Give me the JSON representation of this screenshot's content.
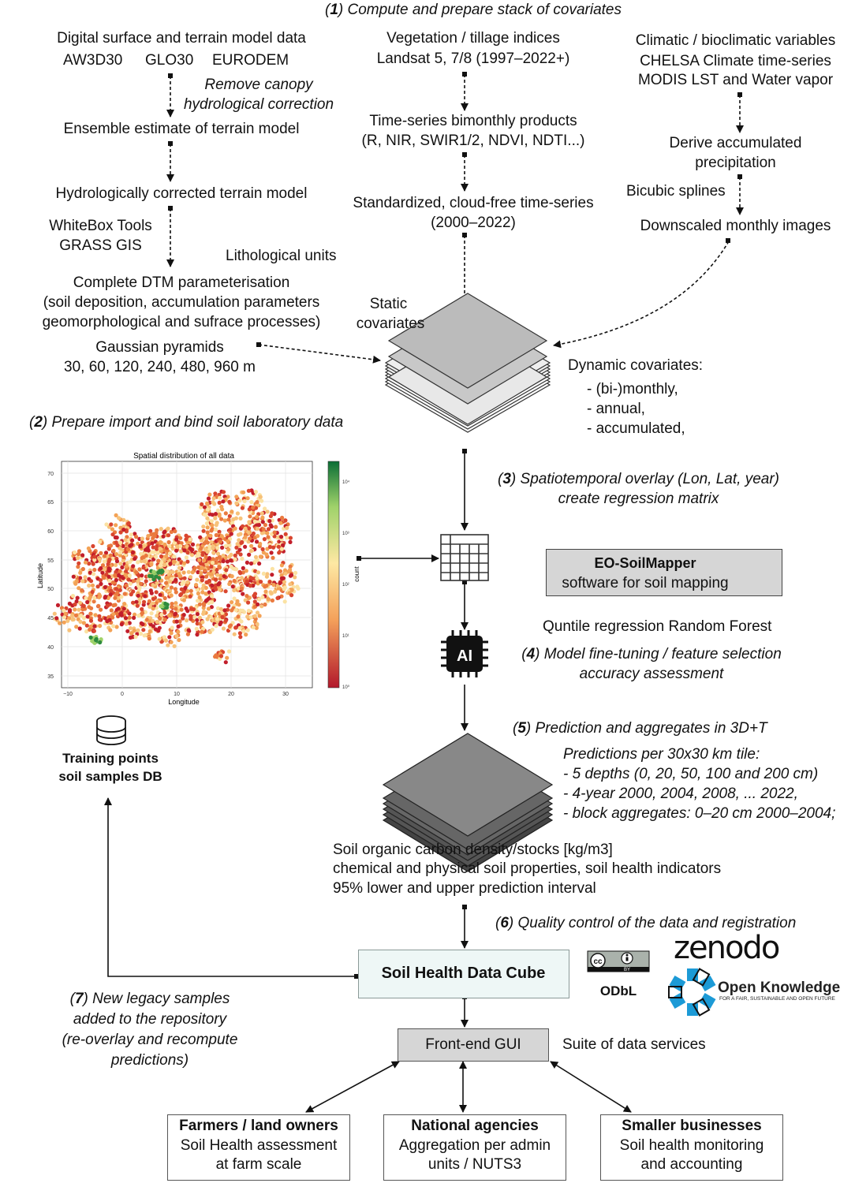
{
  "step1": {
    "num": "1",
    "title": "Compute and prepare stack of covariates"
  },
  "dem": {
    "title": "Digital surface and terrain model data",
    "sources": [
      "AW3D30",
      "GLO30",
      "EURODEM"
    ],
    "note1": "Remove canopy",
    "note2": "hydrological correction",
    "ensemble": "Ensemble estimate of terrain model",
    "hydro": "Hydrologically corrected terrain model",
    "tools1": "WhiteBox Tools",
    "tools2": "GRASS GIS",
    "litho": "Lithological units",
    "param1": "Complete DTM parameterisation",
    "param2": "(soil deposition, accumulation parameters",
    "param3": "geomorphological and sufrace processes)",
    "gauss1": "Gaussian pyramids",
    "gauss2": "30, 60, 120, 240, 480, 960 m"
  },
  "veg": {
    "title": "Vegetation / tillage indices",
    "landsat": "Landsat 5, 7/8 (1997–2022+)",
    "bimonth1": "Time-series bimonthly products",
    "bimonth2": "(R, NIR, SWIR1/2, NDVI, NDTI...)",
    "std1": "Standardized, cloud-free time-series",
    "std2": "(2000–2022)"
  },
  "clim": {
    "title": "Climatic / bioclimatic variables",
    "chelsa": "CHELSA Climate time-series",
    "modis": "MODIS LST and Water vapor",
    "derive1": "Derive accumulated",
    "derive2": "precipitation",
    "bicubic": "Bicubic splines",
    "downscaled": "Downscaled monthly images"
  },
  "static1": "Static",
  "static2": "covariates",
  "dynamic": {
    "title": "Dynamic covariates:",
    "items": [
      "- (bi-)monthly,",
      "- annual,",
      "- accumulated,"
    ]
  },
  "step2": {
    "num": "2",
    "title": "Prepare import and bind soil laboratory data"
  },
  "map": {
    "title": "Spatial distribution of all data",
    "xlabel": "Longitude",
    "ylabel": "Latitude",
    "xticks": [
      "−10",
      "0",
      "10",
      "20",
      "30"
    ],
    "yticks": [
      "70",
      "65",
      "60",
      "55",
      "50",
      "45",
      "40",
      "35"
    ],
    "cbar_label": "count",
    "cbar_ticks": [
      "10⁴",
      "10³",
      "10²",
      "10¹",
      "10⁰"
    ]
  },
  "training1": "Training points",
  "training2": "soil samples DB",
  "step3": {
    "num": "3",
    "line1": "Spatiotemporal overlay (Lon, Lat, year)",
    "line2": "create regression matrix"
  },
  "eosoil": {
    "title": "EO-SoilMapper",
    "subtitle": "software for soil mapping"
  },
  "qrf": "Quntile regression Random Forest",
  "ai_label": "AI",
  "step4": {
    "num": "4",
    "line1": "Model fine-tuning / feature selection",
    "line2": "accuracy assessment"
  },
  "step5": {
    "num": "5",
    "title": "Prediction and aggregates in 3D+T"
  },
  "pred": {
    "title": "Predictions per 30x30 km tile:",
    "items": [
      "- 5 depths (0, 20, 50, 100 and 200 cm)",
      "- 4-year 2000, 2004, 2008, ... 2022,",
      "- block aggregates: 0–20 cm 2000–2004;"
    ]
  },
  "soc": {
    "line1": "Soil organic carbon density/stocks [kg/m3]",
    "line2": "chemical and physical soil properties, soil health indicators",
    "line3": "95% lower and upper prediction interval"
  },
  "step6": {
    "num": "6",
    "title": "Quality control of the data and registration"
  },
  "cube": "Soil Health Data Cube",
  "cc_by": "BY",
  "odbl": "ODbL",
  "zenodo": "zenodo",
  "okf": {
    "name": "Open Knowledge",
    "tag": "FOR A FAIR, SUSTAINABLE AND OPEN FUTURE"
  },
  "step7": {
    "num": "7",
    "line1": "New legacy samples",
    "line2": "added to the repository",
    "line3": "(re-overlay and recompute",
    "line4": "predictions)"
  },
  "gui": "Front-end GUI",
  "suite": "Suite of data services",
  "stakeholders": [
    {
      "title": "Farmers / land owners",
      "l1": "Soil Health assessment",
      "l2": "at farm scale"
    },
    {
      "title": "National agencies",
      "l1": "Aggregation per admin",
      "l2": "units / NUTS3"
    },
    {
      "title": "Smaller businesses",
      "l1": "Soil health monitoring",
      "l2": "and accounting"
    }
  ],
  "colors": {
    "cube_bg": "#eef7f6",
    "grey_box": "#d6d6d6",
    "okf_blue": "#1c9ad6",
    "map_low": "#c21e2b",
    "map_mid": "#f3a256",
    "map_high": "#0b7a3a"
  }
}
